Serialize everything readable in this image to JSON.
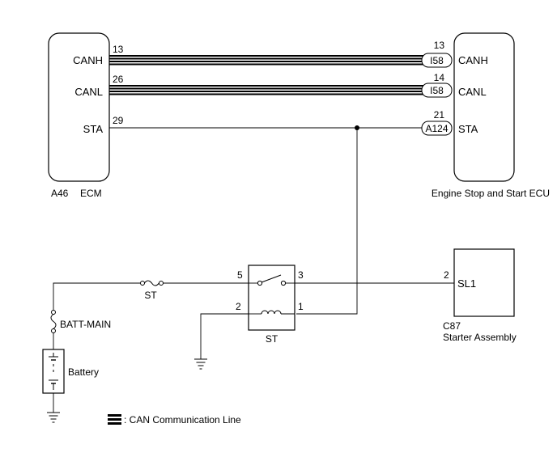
{
  "ecm": {
    "id": "A46",
    "name": "ECM",
    "pins": [
      {
        "label": "CANH",
        "number": "13"
      },
      {
        "label": "CANL",
        "number": "26"
      },
      {
        "label": "STA",
        "number": "29"
      }
    ]
  },
  "start_stop_ecu": {
    "name": "Engine Stop and Start ECU",
    "pins": [
      {
        "label": "CANH",
        "number": "13",
        "connector": "I58"
      },
      {
        "label": "CANL",
        "number": "14",
        "connector": "I58"
      },
      {
        "label": "STA",
        "number": "21",
        "connector": "A124"
      }
    ]
  },
  "st_relay": {
    "label": "ST",
    "pins": {
      "p5": "5",
      "p3": "3",
      "p2": "2",
      "p1": "1"
    }
  },
  "st_fuse": {
    "label": "ST"
  },
  "batt_main_fuse": {
    "label": "BATT-MAIN"
  },
  "battery": {
    "label": "Battery"
  },
  "starter": {
    "id": "C87",
    "name": "Starter Assembly",
    "pin_label": "SL1",
    "pin_number": "2"
  },
  "legend": {
    "text": ": CAN Communication Line"
  }
}
